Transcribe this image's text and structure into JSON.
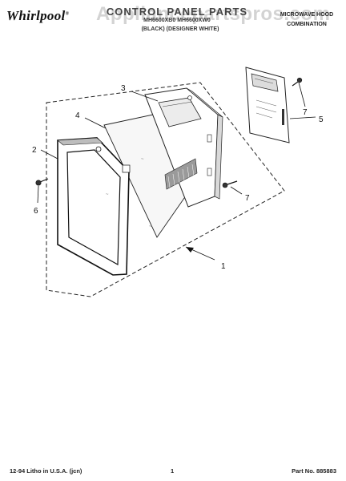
{
  "header": {
    "brand": "Whirlpool",
    "watermark": "Appliancepartspros.com",
    "title": "CONTROL PANEL PARTS",
    "models": "MH6600XB0 MH6600XW0",
    "color_codes": "(BLACK)  (DESIGNER WHITE)",
    "product_line1": "MICROWAVE HOOD",
    "product_line2": "COMBINATION"
  },
  "callouts": [
    "1",
    "2",
    "3",
    "4",
    "5",
    "6",
    "7",
    "7"
  ],
  "footer": {
    "left": "12-94 Litho in U.S.A. (jcn)",
    "page": "1",
    "part_no": "Part No. 885883"
  }
}
